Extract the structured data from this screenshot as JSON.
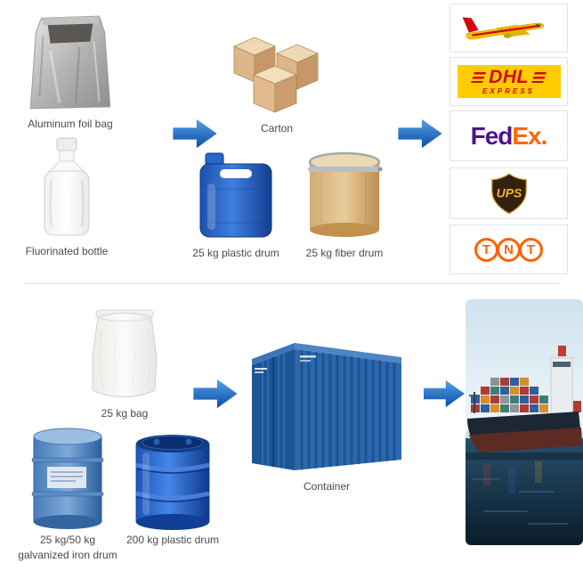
{
  "packaging_items": {
    "aluminum_foil_bag": "Aluminum foil bag",
    "carton": "Carton",
    "fluorinated_bottle": "Fluorinated bottle",
    "plastic_drum_25kg": "25 kg plastic drum",
    "fiber_drum_25kg": "25 kg fiber drum",
    "bag_25kg": "25 kg bag",
    "galvanized_iron_drum_line1": "25 kg/50 kg",
    "galvanized_iron_drum_line2": "galvanized iron drum",
    "plastic_drum_200kg": "200 kg plastic drum",
    "container": "Container"
  },
  "couriers": {
    "dhl": {
      "name": "DHL",
      "tagline": "EXPRESS"
    },
    "fedex": {
      "part1": "Fed",
      "part2": "Ex."
    },
    "ups": {
      "name": "UPS"
    },
    "tnt": {
      "letter1": "T",
      "letter2": "N",
      "letter3": "T"
    }
  },
  "colors": {
    "arrow_blue_light": "#55a0e8",
    "arrow_blue_dark": "#0a4da5",
    "dhl_red": "#d40511",
    "dhl_yellow": "#ffcc00",
    "fedex_purple": "#4d148c",
    "fedex_orange": "#ff6600",
    "ups_brown": "#33200f",
    "ups_gold": "#f0b429",
    "tnt_orange": "#ff6200",
    "label_text": "#4a4a4a"
  }
}
